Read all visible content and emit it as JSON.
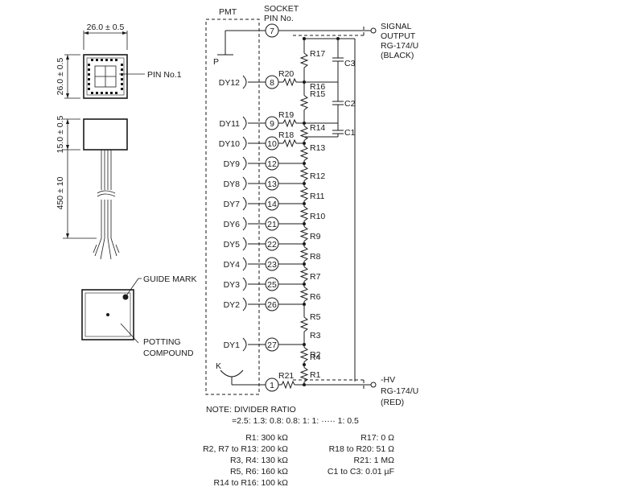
{
  "mechanical": {
    "top_width_dim": "26.0 ± 0.5",
    "top_height_dim": "26.0 ± 0.5",
    "pin1_label": "PIN No.1",
    "body_height_dim": "15.0 ± 0.5",
    "cable_length_dim": "450 ± 10",
    "guide_mark_label": "GUIDE MARK",
    "potting_line1": "POTTING",
    "potting_line2": "COMPOUND"
  },
  "schematic": {
    "pmt_label": "PMT",
    "socket_line1": "SOCKET",
    "socket_line2": "PIN No.",
    "p_label": "P",
    "k_label": "K",
    "signal_output": [
      "SIGNAL",
      "OUTPUT",
      "RG-174/U",
      "(BLACK)"
    ],
    "hv_output": [
      "-HV",
      "RG-174/U",
      "(RED)"
    ],
    "capacitors": [
      "C3",
      "C2",
      "C1"
    ],
    "dynodes": [
      {
        "name": "DY12",
        "pin": "8",
        "series": "R20",
        "divider": "R16"
      },
      {
        "name": "DY11",
        "pin": "9",
        "series": "R19",
        "divider": "R14"
      },
      {
        "name": "DY10",
        "pin": "10",
        "series": "R18",
        "divider": "R13"
      },
      {
        "name": "DY9",
        "pin": "12",
        "divider": "R12"
      },
      {
        "name": "DY8",
        "pin": "13",
        "divider": "R11"
      },
      {
        "name": "DY7",
        "pin": "14",
        "divider": "R10"
      },
      {
        "name": "DY6",
        "pin": "21",
        "divider": "R9"
      },
      {
        "name": "DY5",
        "pin": "22",
        "divider": "R8"
      },
      {
        "name": "DY4",
        "pin": "23",
        "divider": "R7"
      },
      {
        "name": "DY3",
        "pin": "25",
        "divider": "R6"
      },
      {
        "name": "DY2",
        "pin": "26",
        "divider": "R5"
      },
      {
        "name": "DY1",
        "pin": "27",
        "divider": "R4"
      }
    ],
    "anode_pin": "7",
    "cathode_pin": "1",
    "cathode_series": "R21",
    "extra_resistors": {
      "r17": "R17",
      "r15": "R15",
      "r3": "R3",
      "r2": "R2",
      "r1": "R1"
    }
  },
  "notes": {
    "divider_title": "NOTE: DIVIDER RATIO",
    "divider_ratio": "=2.5: 1.3: 0.8: 0.8: 1: 1: ····· 1: 0.5",
    "values_left": [
      "R1: 300 kΩ",
      "R2, R7 to R13: 200 kΩ",
      "R3, R4: 130 kΩ",
      "R5, R6: 160 kΩ",
      "R14 to R16: 100 kΩ"
    ],
    "values_right": [
      "R17: 0 Ω",
      "R18 to R20: 51 Ω",
      "R21: 1 MΩ",
      "C1 to C3: 0.01 µF"
    ]
  }
}
